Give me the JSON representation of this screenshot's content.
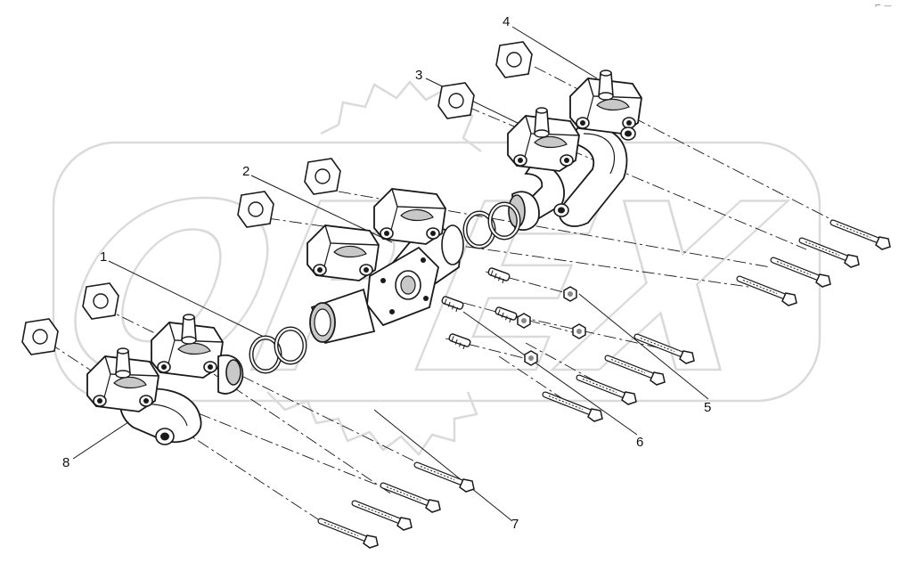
{
  "watermark": {
    "text": "OPEX"
  },
  "corner_mark": {
    "text": "⌐ —"
  },
  "callouts": [
    {
      "id": "c1",
      "label": "1"
    },
    {
      "id": "c2",
      "label": "2"
    },
    {
      "id": "c3",
      "label": "3"
    },
    {
      "id": "c4",
      "label": "4"
    },
    {
      "id": "c5",
      "label": "5"
    },
    {
      "id": "c6",
      "label": "6"
    },
    {
      "id": "c7",
      "label": "7"
    },
    {
      "id": "c8",
      "label": "8"
    }
  ],
  "colors": {
    "line": "#1a1a1a",
    "shade": "#c8c8c8",
    "watermark": "#d6d6d6"
  }
}
